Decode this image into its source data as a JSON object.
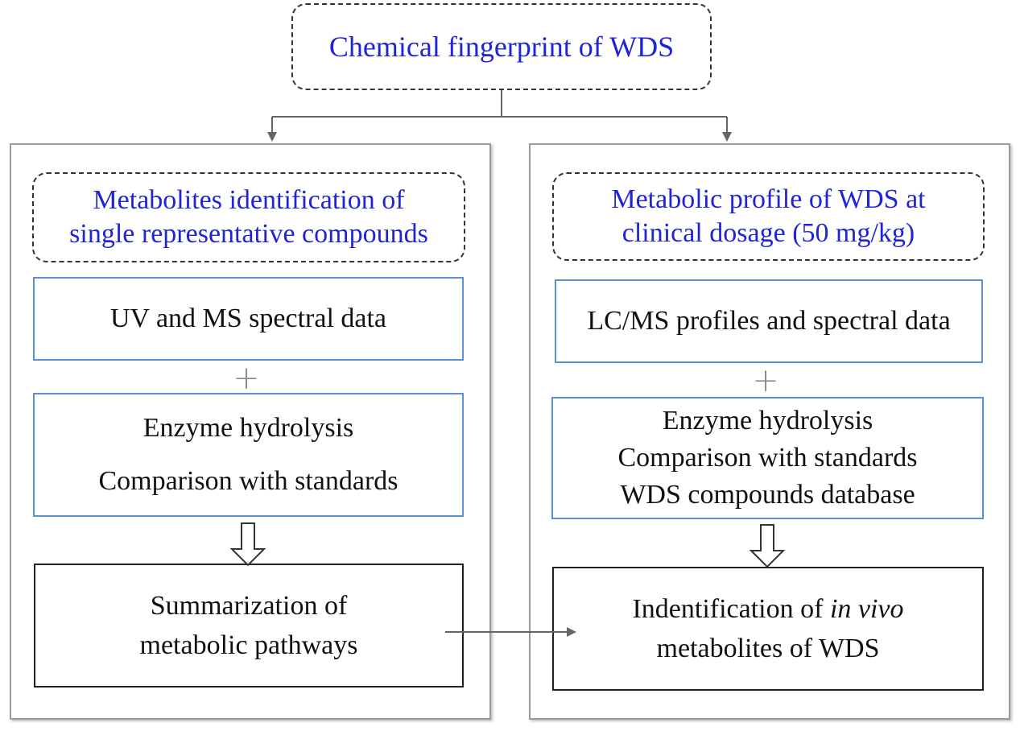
{
  "top": {
    "title": "Chemical fingerprint of WDS"
  },
  "left": {
    "header": [
      "Metabolites identification of",
      "single representative compounds"
    ],
    "box1": [
      "UV  and MS  spectral data"
    ],
    "plus": "+",
    "box2": [
      "Enzyme hydrolysis",
      "Comparison with standards"
    ],
    "box3": [
      "Summarization  of",
      "metabolic pathways"
    ]
  },
  "right": {
    "header": [
      "Metabolic profile of WDS at",
      "clinical dosage (50 mg/kg)"
    ],
    "box1": [
      "LC/MS profiles and spectral data"
    ],
    "plus": "+",
    "box2": [
      "Enzyme hydrolysis",
      "Comparison with standards",
      "WDS compounds database"
    ],
    "box3": {
      "line1_prefix": "Indentification of ",
      "line1_italic": "in vivo",
      "line2": "metabolites of WDS"
    }
  },
  "colors": {
    "header_text": "#1f24d6",
    "blue_border": "#5b8fd6",
    "panel_border": "#9a9a9a",
    "connector": "#666666"
  }
}
